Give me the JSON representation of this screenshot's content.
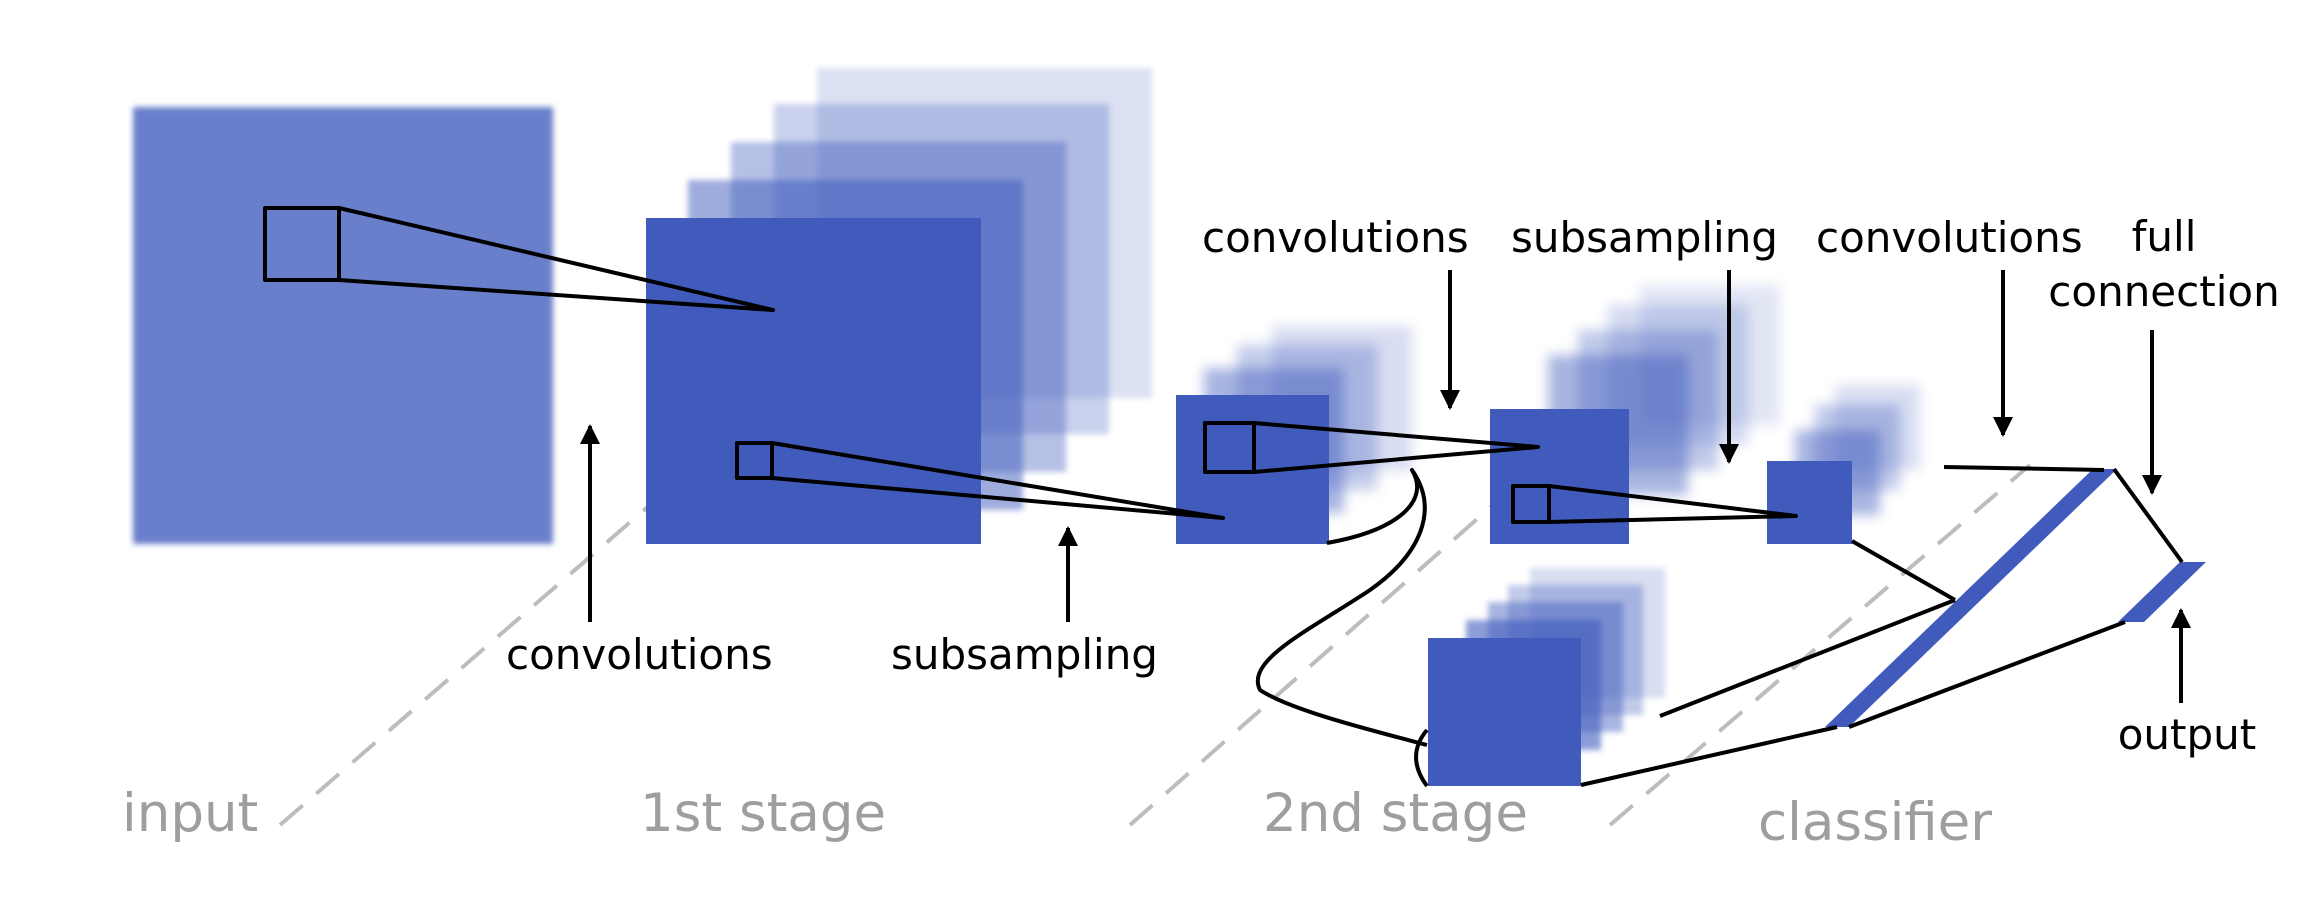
{
  "labels": {
    "input_stage": "input",
    "first_stage": "1st stage",
    "second_stage": "2nd stage",
    "classifier_stage": "classifier",
    "conv_1": "convolutions",
    "subsampling_1": "subsampling",
    "conv_2": "convolutions",
    "subsampling_2": "subsampling",
    "conv_3": "convolutions",
    "full_connection_line1": "full",
    "full_connection_line2": "connection",
    "output": "output"
  },
  "colors": {
    "feature_map": "#415bbd",
    "input_map": "#6a7fcb",
    "stage_text": "#9e9e9e",
    "line": "#000000",
    "divider": "#bdbdbd"
  }
}
